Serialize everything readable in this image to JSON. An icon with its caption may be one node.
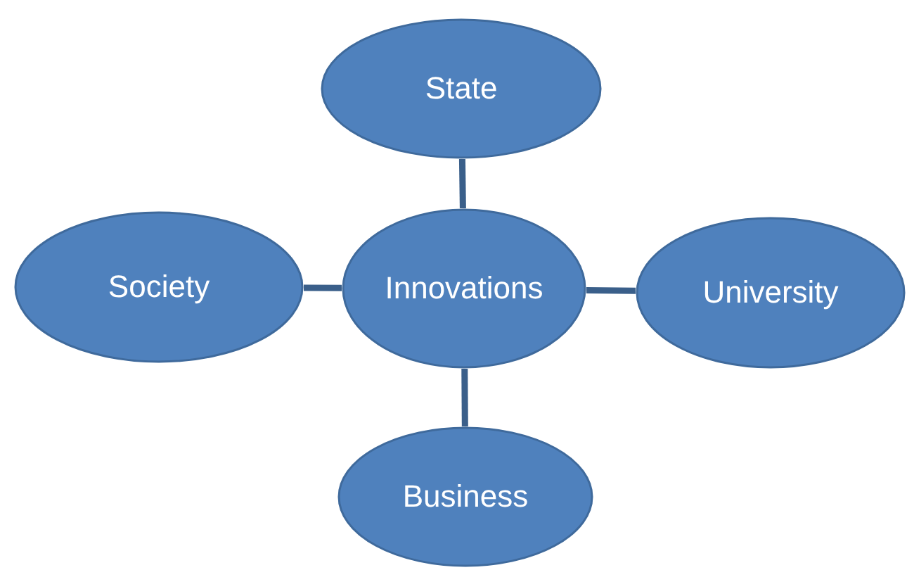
{
  "diagram": {
    "nodes": [
      {
        "text": [
          "State"
        ]
      },
      {
        "text": [
          "Society"
        ]
      },
      {
        "text": [
          "Innovations"
        ]
      },
      {
        "text": [
          "University"
        ]
      },
      {
        "text": [
          "Business"
        ]
      }
    ],
    "edges": [
      {
        "from": 2,
        "to": 0,
        "arrow": "none"
      },
      {
        "from": 2,
        "to": 1,
        "arrow": "none"
      },
      {
        "from": 2,
        "to": 3,
        "arrow": "none"
      },
      {
        "from": 2,
        "to": 4,
        "arrow": "none"
      }
    ]
  }
}
